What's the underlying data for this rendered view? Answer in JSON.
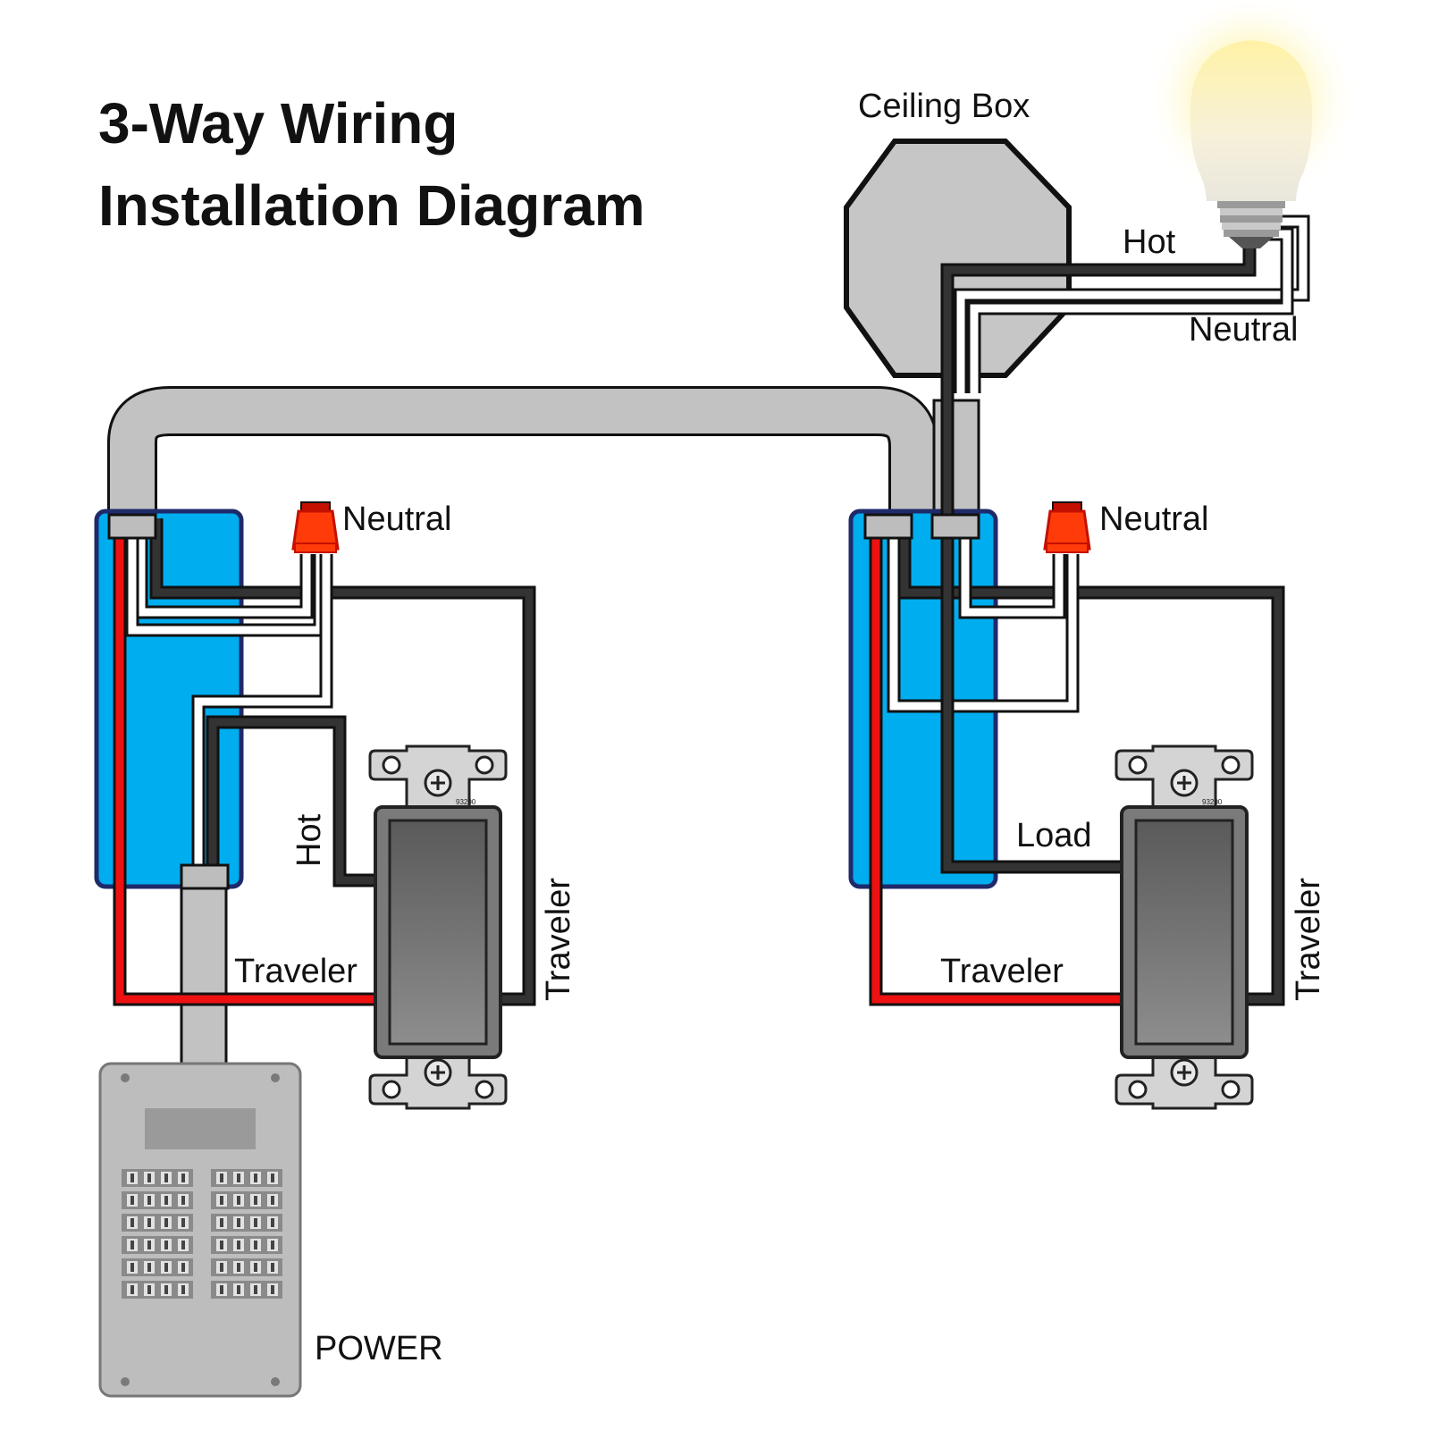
{
  "title": {
    "line1": "3-Way Wiring",
    "line2": "Installation Diagram"
  },
  "labels": {
    "ceiling_box": "Ceiling Box",
    "bulb_hot": "Hot",
    "bulb_neutral": "Neutral",
    "left_neutral": "Neutral",
    "right_neutral": "Neutral",
    "left_hot": "Hot",
    "load": "Load",
    "left_traveler_bottom": "Traveler",
    "left_traveler_side": "Traveler",
    "right_traveler_bottom": "Traveler",
    "right_traveler_side": "Traveler",
    "power": "POWER",
    "switch_model_left": "93200",
    "switch_model_right": "93200"
  },
  "colors": {
    "hot_wire": "#333333",
    "traveler_red": "#ee1111",
    "neutral_white": "#ffffff",
    "wire_outline": "#111111",
    "conduit": "#c2c2c2",
    "switch_box": "#00adef",
    "switch_box_border": "#1f2a6b",
    "wire_nut": "#ff3b0a",
    "panel": "#bdbdbd",
    "bulb_glow": "#fff3a0"
  }
}
